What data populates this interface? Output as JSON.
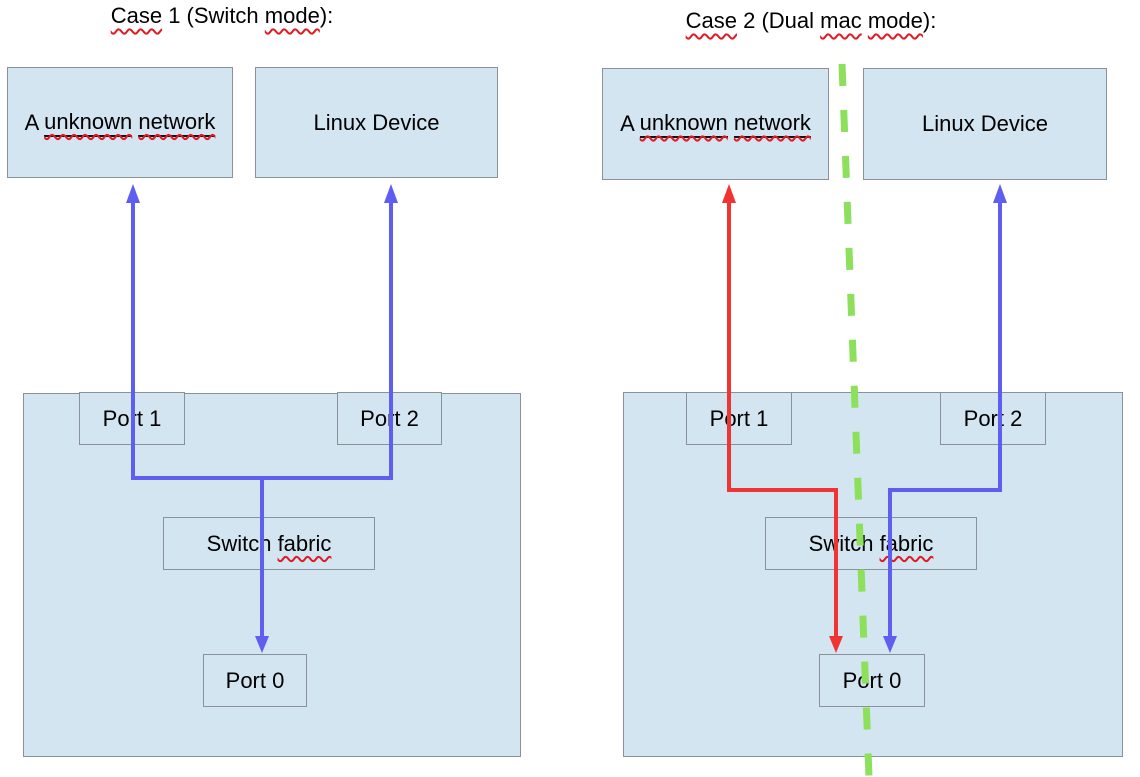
{
  "colors": {
    "box-fill": "#d4e5f2",
    "box-border": "#8a9199",
    "blue": "#5e5ef0",
    "red": "#f03434",
    "green": "#8ce05c",
    "squiggle": "#e01b24",
    "text": "#000000"
  },
  "case1": {
    "title": {
      "part1": "Case",
      "part2": " 1 (Switch ",
      "part3": "mode",
      "part4": "):"
    },
    "network_label": {
      "part1": "A ",
      "word1": "unknown",
      "sp": " ",
      "word2": "network"
    },
    "device_label": "Linux Device",
    "port1_label": "Port 1",
    "port2_label": "Port 2",
    "fabric_label": {
      "part1": "Switch ",
      "word1": "fabric"
    },
    "port0_label": "Port 0"
  },
  "case2": {
    "title": {
      "part1": "Case",
      "part2": " 2 (Dual ",
      "part3": "mac",
      "part4": " ",
      "part5": "mode",
      "part6": "):"
    },
    "network_label": {
      "part1": "A ",
      "word1": "unknown",
      "sp": " ",
      "word2": "network"
    },
    "device_label": "Linux Device",
    "port1_label": "Port 1",
    "port2_label": "Port 2",
    "fabric_label": {
      "part1": "Switch ",
      "word1": "fabric"
    },
    "port0_label": "Port 0"
  }
}
